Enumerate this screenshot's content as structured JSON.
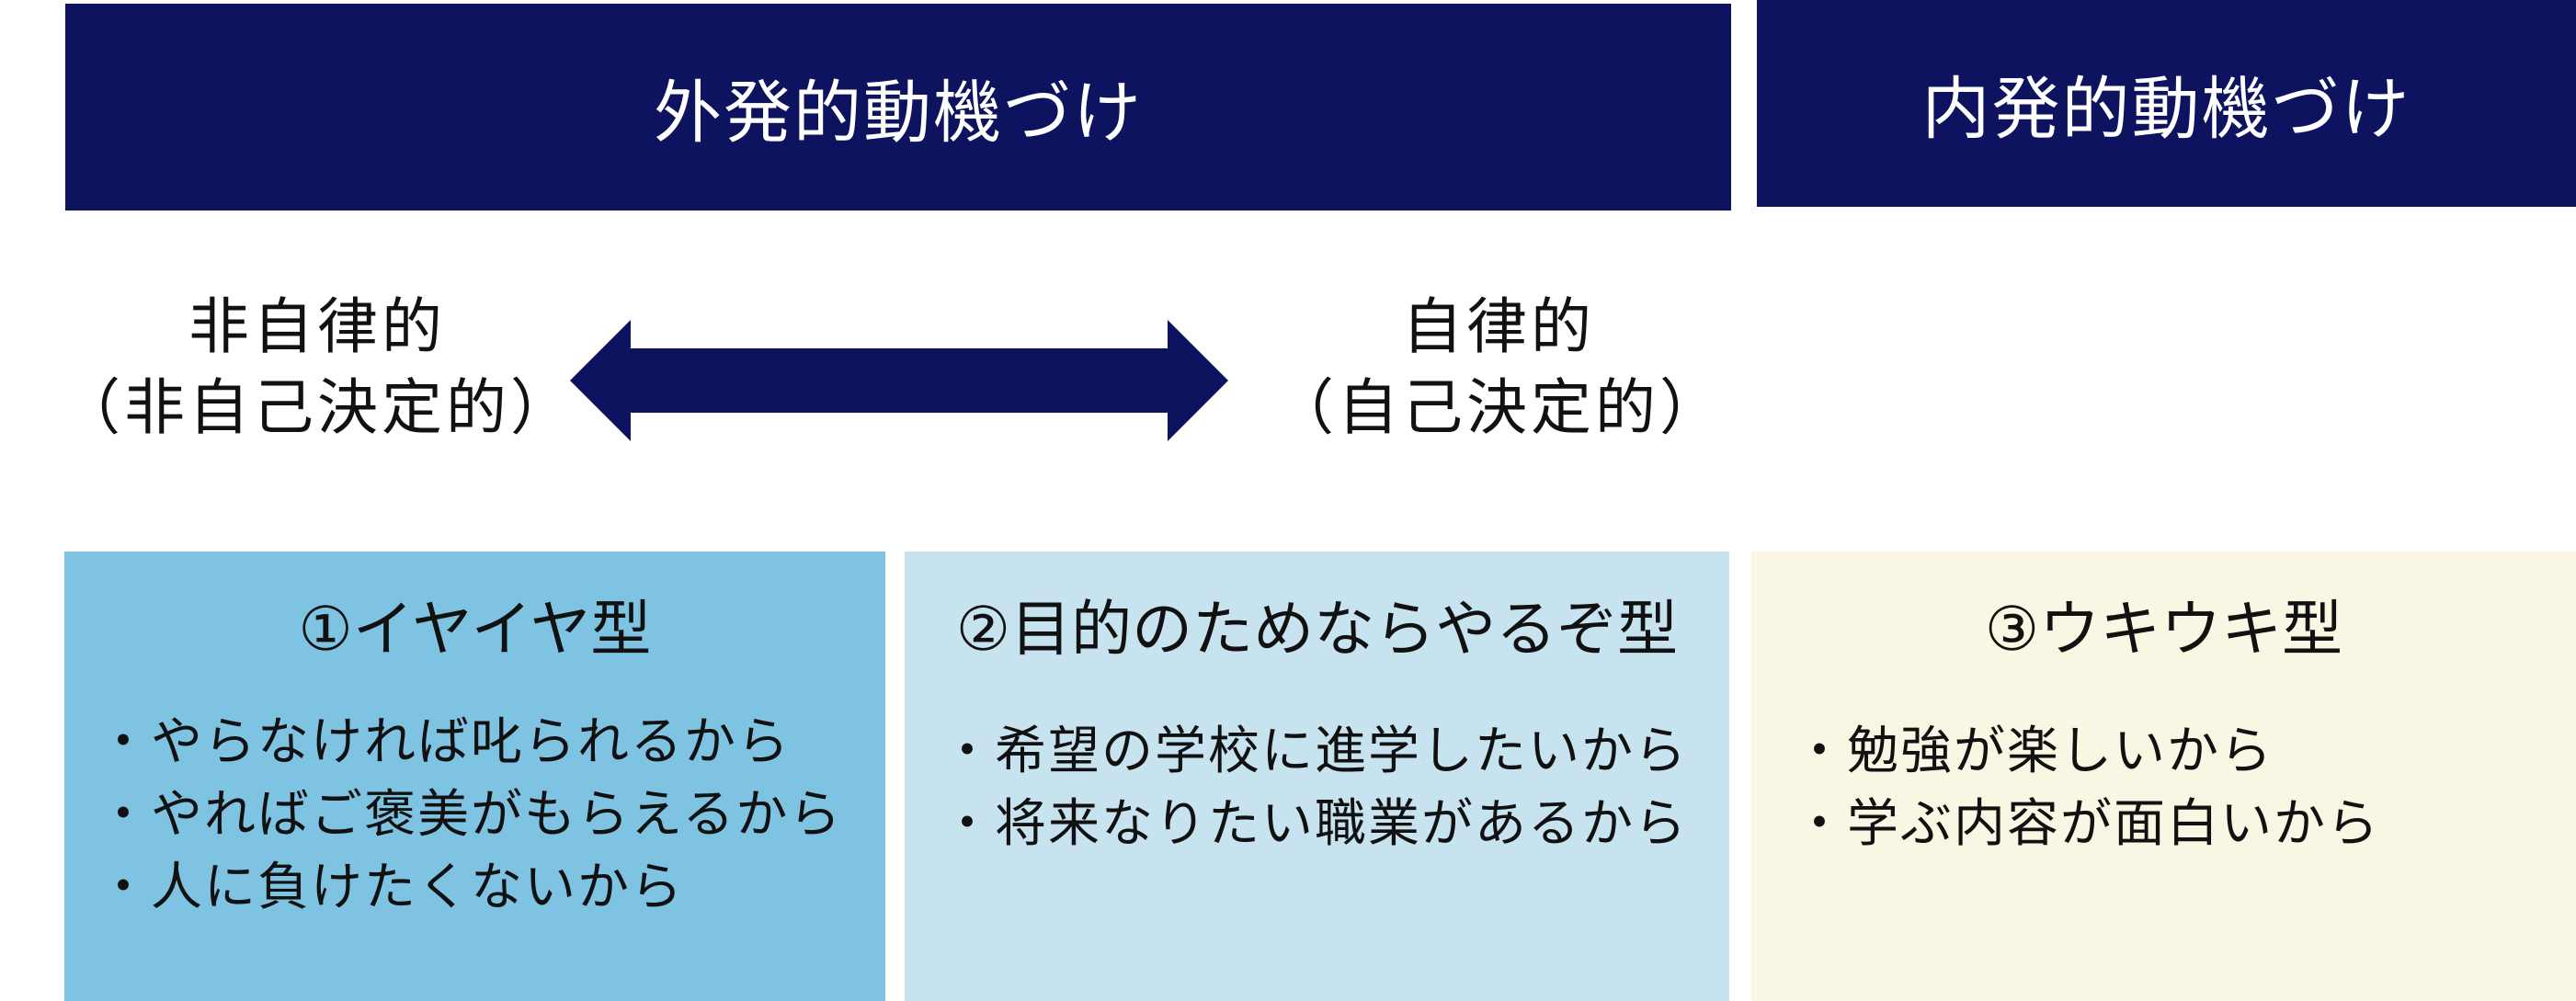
{
  "headers": {
    "extrinsic": "外発的動機づけ",
    "intrinsic": "内発的動機づけ"
  },
  "scale": {
    "left_line1": "非自律的",
    "left_line2": "（非自己決定的）",
    "right_line1": "自律的",
    "right_line2": "（自己決定的）"
  },
  "types": [
    {
      "title": "①イヤイヤ型",
      "reasons": [
        "・やらなければ叱られるから",
        "・やればご褒美がもらえるから",
        "・人に負けたくないから"
      ]
    },
    {
      "title": "②目的のためならやるぞ型",
      "reasons": [
        "・希望の学校に進学したいから",
        "・将来なりたい職業があるから"
      ]
    },
    {
      "title": "③ウキウキ型",
      "reasons": [
        "・勉強が楽しいから",
        "・学ぶ内容が面白いから"
      ]
    }
  ],
  "colors": {
    "header": "#0d135e",
    "arrow": "#0d135e",
    "type1_bg": "#7fc3e3",
    "type2_bg": "#c8e3f0",
    "type3_bg": "#f9f6e3"
  }
}
